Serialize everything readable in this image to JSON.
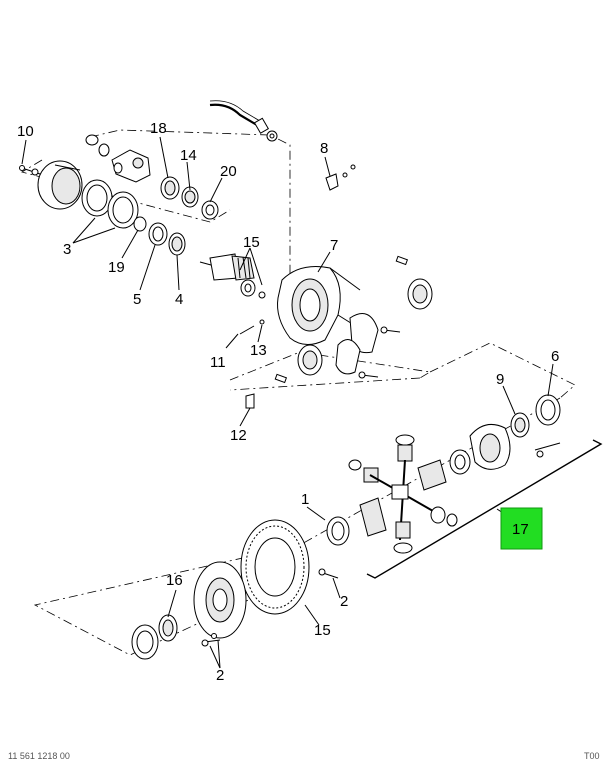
{
  "diagram": {
    "callouts": {
      "c10": "10",
      "c18": "18",
      "c14": "14",
      "c20": "20",
      "c8": "8",
      "c3": "3",
      "c19": "19",
      "c5": "5",
      "c4": "4",
      "c15a": "15",
      "c7": "7",
      "c11": "11",
      "c13": "13",
      "c12": "12",
      "c9": "9",
      "c6": "6",
      "c1": "1",
      "c17": "17",
      "c16": "16",
      "c2a": "2",
      "c15b": "15",
      "c2b": "2"
    },
    "highlight": {
      "color": "#22dd22",
      "item": "17"
    },
    "footer": {
      "left": "11 561 1218 00",
      "right": "T00"
    }
  }
}
